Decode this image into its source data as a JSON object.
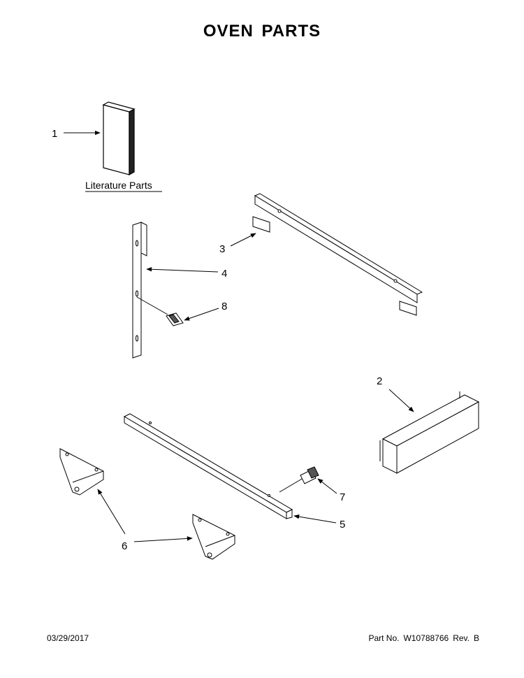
{
  "title": "OVEN PARTS",
  "literature_label": "Literature Parts",
  "callouts": [
    "1",
    "2",
    "3",
    "4",
    "5",
    "6",
    "7",
    "8"
  ],
  "footer": {
    "date": "03/29/2017",
    "part_no_label": "Part No.",
    "part_no": "W10788766",
    "rev_label": "Rev.",
    "rev": "B"
  }
}
